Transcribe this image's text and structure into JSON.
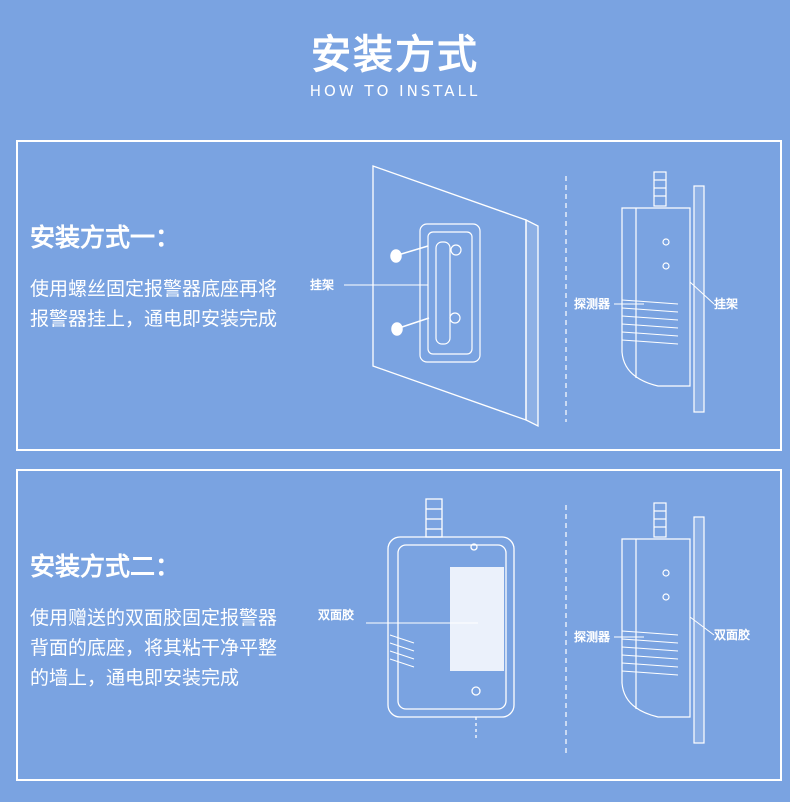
{
  "header": {
    "title": "安装方式",
    "subtitle": "HOW TO INSTALL"
  },
  "method1": {
    "title": "安装方式一：",
    "description": "使用螺丝固定报警器底座再将报警器挂上，通电即安装完成",
    "labels": {
      "bracket_front": "挂架",
      "detector_side": "探测器",
      "bracket_side": "挂架"
    }
  },
  "method2": {
    "title": "安装方式二：",
    "description": "使用赠送的双面胶固定报警器背面的底座，将其粘干净平整的墙上，通电即安装完成",
    "labels": {
      "tape_front": "双面胶",
      "detector_side": "探测器",
      "tape_side": "双面胶"
    }
  },
  "colors": {
    "background": "#7aa3e1",
    "line": "#ffffff"
  }
}
